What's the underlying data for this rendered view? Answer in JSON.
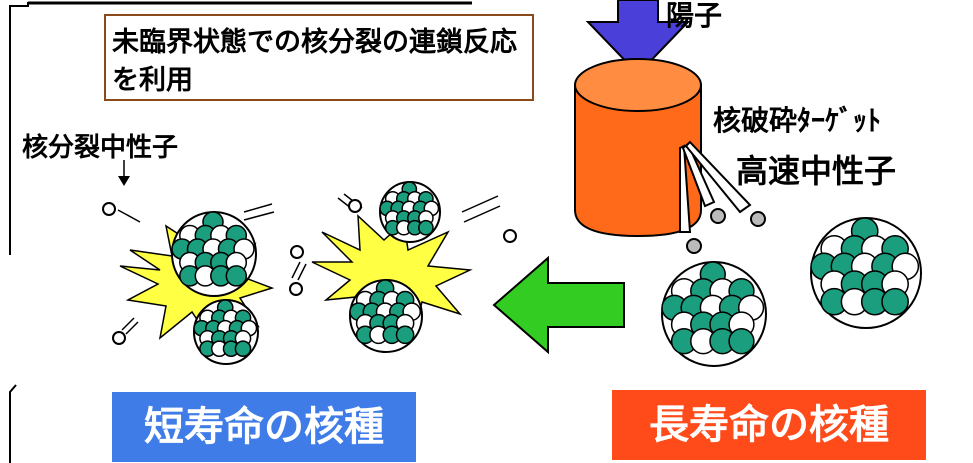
{
  "labels": {
    "proton": "陽子",
    "info_box": "未臨界状態での核分裂の連鎖反応を利用",
    "fission_neutron": "核分裂中性子",
    "spallation_target": "核破砕ﾀｰｹﾞｯﾄ",
    "fast_neutron": "高速中性子",
    "short_lived": "短寿命の核種",
    "long_lived": "長寿命の核種"
  },
  "colors": {
    "proton_arrow": "#4a3fd9",
    "target_body": "#ff6a1a",
    "target_top": "#ff8c40",
    "transmute_arrow": "#33cc22",
    "nucleon_green": "#1a9e7e",
    "explosion": "#ffff44",
    "short_lived_bg": "#3f7ce8",
    "long_lived_bg": "#ff4a1a",
    "box_border": "#8a4a1a"
  }
}
